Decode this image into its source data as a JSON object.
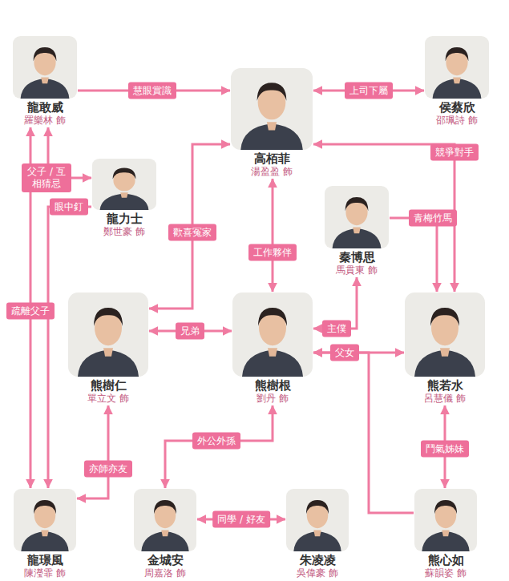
{
  "diagram": {
    "nodes": [
      {
        "text": [
          "龍敢威",
          "羅樂林 飾"
        ]
      },
      {
        "text": [
          "高栢菲",
          "湯盈盈 飾"
        ]
      },
      {
        "text": [
          "侯蔡欣",
          "邵珮詩 飾"
        ]
      },
      {
        "text": [
          "龍力士",
          "鄭世豪 飾"
        ]
      },
      {
        "text": [
          "秦博思",
          "馬貫東 飾"
        ]
      },
      {
        "text": [
          "熊樹仁",
          "單立文 飾"
        ]
      },
      {
        "text": [
          "熊樹根",
          "劉丹 飾"
        ]
      },
      {
        "text": [
          "熊若水",
          "呂慧儀 飾"
        ]
      },
      {
        "text": [
          "龍璟風",
          "陳瀅霏 飾"
        ]
      },
      {
        "text": [
          "金城安",
          "周嘉洛 飾"
        ]
      },
      {
        "text": [
          "朱凌凌",
          "吳偉豪 飾"
        ]
      },
      {
        "text": [
          "熊心如",
          "蘇韻姿 飾"
        ]
      }
    ],
    "edges": [
      {
        "from": 0,
        "to": 1,
        "label": "慧眼賞識",
        "arrow": "to"
      },
      {
        "from": 1,
        "to": 2,
        "label": "上司下屬",
        "arrow": "both"
      },
      {
        "from": 0,
        "to": 3,
        "label": "父子 / 互相猜忌",
        "arrow": "both"
      },
      {
        "from": 3,
        "to": 8,
        "label": "眼中釘",
        "arrow": "to"
      },
      {
        "from": 0,
        "to": 8,
        "label": "疏離父子",
        "arrow": "both"
      },
      {
        "from": 1,
        "to": 5,
        "label": "歡喜冤家",
        "arrow": "both"
      },
      {
        "from": 1,
        "to": 6,
        "label": "工作夥伴",
        "arrow": "both"
      },
      {
        "from": 1,
        "to": 7,
        "label": "競爭對手",
        "arrow": "both"
      },
      {
        "from": 4,
        "to": 7,
        "label": "青梅竹馬",
        "arrow": "to"
      },
      {
        "from": 5,
        "to": 6,
        "label": "兄弟",
        "arrow": "both"
      },
      {
        "from": 6,
        "to": 4,
        "label": "主僕",
        "arrow": "both"
      },
      {
        "from": 6,
        "to": 7,
        "label": "父女",
        "arrow": "both"
      },
      {
        "from": 11,
        "to": 6,
        "arrow": "to"
      },
      {
        "from": 7,
        "to": 11,
        "label": "鬥氣姊妹",
        "arrow": "both"
      },
      {
        "from": 5,
        "to": 8,
        "label": "亦師亦友",
        "arrow": "both"
      },
      {
        "from": 6,
        "to": 9,
        "label": "外公外孫",
        "arrow": "both"
      },
      {
        "from": 9,
        "to": 10,
        "label": "同學 / 好友",
        "arrow": "both"
      }
    ]
  }
}
